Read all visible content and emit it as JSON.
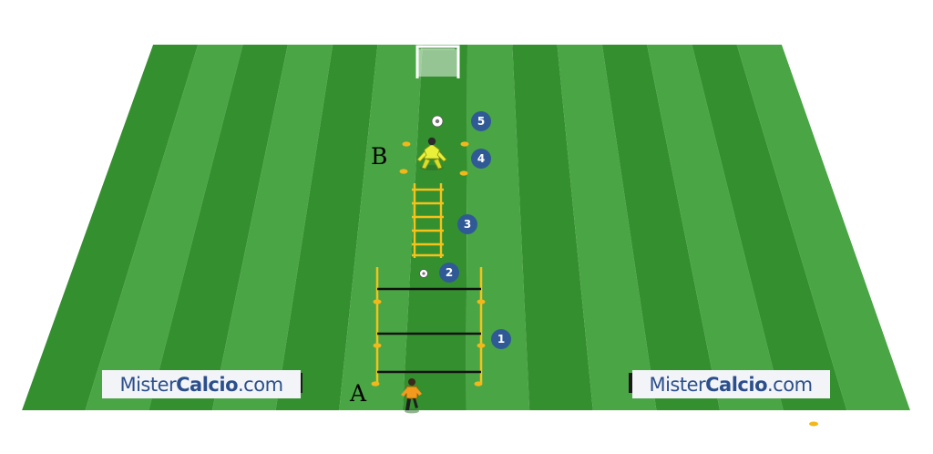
{
  "colors": {
    "stripe_dark": "#34902f",
    "stripe_light": "#4aa545",
    "badge": "#2f5a96",
    "cone": "#f2b81b",
    "pole": "#f5c21b",
    "hurdle_bar": "#111111",
    "keeper_kit": "#e9f03a",
    "player_kit": "#f39a1e",
    "banner_bg": "#f2f4f8",
    "brand_text": "#2b4f8c"
  },
  "labels": {
    "player_a": "A",
    "keeper_b": "B"
  },
  "stations": [
    {
      "number": "1"
    },
    {
      "number": "2"
    },
    {
      "number": "3"
    },
    {
      "number": "4"
    },
    {
      "number": "5"
    }
  ],
  "banners": [
    {
      "part1": "Mister",
      "part2": "Calcio",
      "part3": ".com"
    },
    {
      "part1": "Mister",
      "part2": "Calcio",
      "part3": ".com"
    }
  ],
  "icons": {
    "goal": "goal-icon",
    "ball": "ball-icon",
    "cone": "cone-icon",
    "ladder": "agility-ladder-icon",
    "hurdle": "hurdle-icon",
    "goalkeeper": "goalkeeper-icon",
    "player": "player-icon"
  }
}
